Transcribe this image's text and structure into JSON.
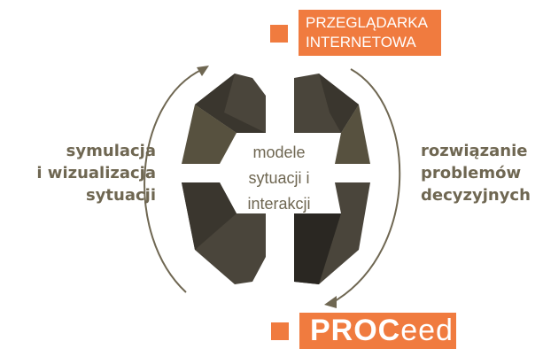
{
  "top_label": [
    "PRZEGLĄDARKA",
    "INTERNETOWA"
  ],
  "bottom_label": {
    "strong": "PROC",
    "light": "eed"
  },
  "center_label": [
    "modele",
    "sytuacji i",
    "interakcji"
  ],
  "left_label": [
    "symulacja",
    "i wizualizacja",
    "sytuacji"
  ],
  "right_label": [
    "rozwiązanie",
    "problemów",
    "decyzyjnych"
  ],
  "colors": {
    "accent": "#f07b3f",
    "text": "#6f6752",
    "segment": "#4a453b",
    "segment_dark": "#2f2c26",
    "segment_light": "#5d5748"
  }
}
